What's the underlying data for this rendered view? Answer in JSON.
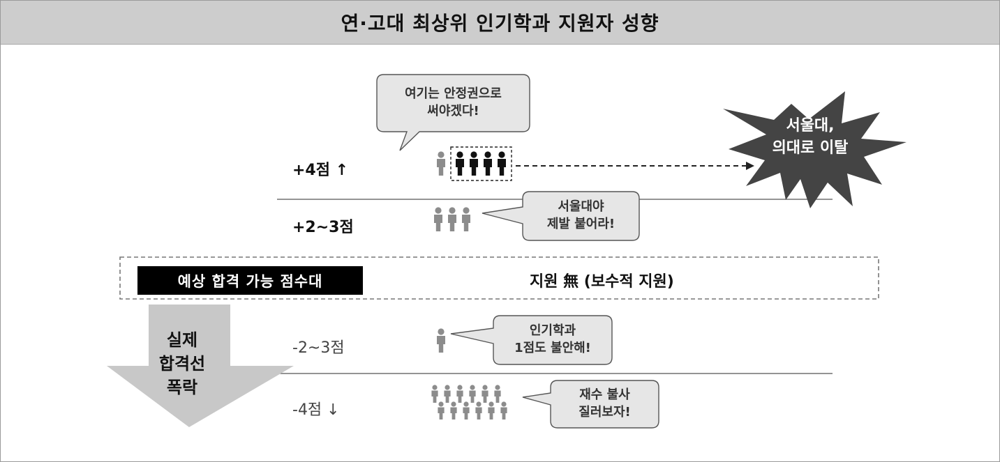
{
  "title": "연·고대 최상위 인기학과 지원자 성향",
  "rows": [
    {
      "label": "+4점 ↑",
      "bubble": [
        "여기는 안정권으로",
        "써야겠다!"
      ]
    },
    {
      "label": "+2~3점",
      "bubble": [
        "서울대야",
        "제발 붙어라!"
      ]
    },
    {
      "label": "-2~3점",
      "bubble": [
        "인기학과",
        "1점도 불안해!"
      ]
    },
    {
      "label": "-4점 ↓",
      "bubble": [
        "재수 불사",
        "질러보자!"
      ]
    }
  ],
  "expected_band": {
    "label": "예상 합격 가능 점수대",
    "note": "지원 無 (보수적 지원)"
  },
  "burst": [
    "서울대,",
    "의대로 이탈"
  ],
  "down_arrow": [
    "실제",
    "합격선",
    "폭락"
  ],
  "colors": {
    "title_bg": "#cdcdcd",
    "bubble_fill": "#e6e6e6",
    "person_gray": "#8c8c8c",
    "person_black": "#111111",
    "burst": "#444444",
    "arrow": "#c8c8c8"
  }
}
